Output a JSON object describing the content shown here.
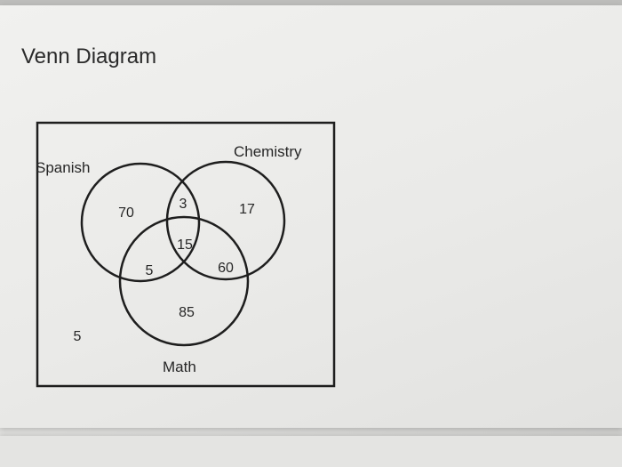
{
  "page": {
    "title": "Venn Diagram"
  },
  "venn": {
    "sets": {
      "spanish": "Spanish",
      "chemistry": "Chemistry",
      "math": "Math"
    },
    "regions": {
      "spanish_only": "70",
      "chemistry_only": "17",
      "math_only": "85",
      "spanish_chemistry_only": "3",
      "spanish_math_only": "5",
      "chemistry_math_only": "60",
      "all_three": "15",
      "none": "5"
    }
  }
}
